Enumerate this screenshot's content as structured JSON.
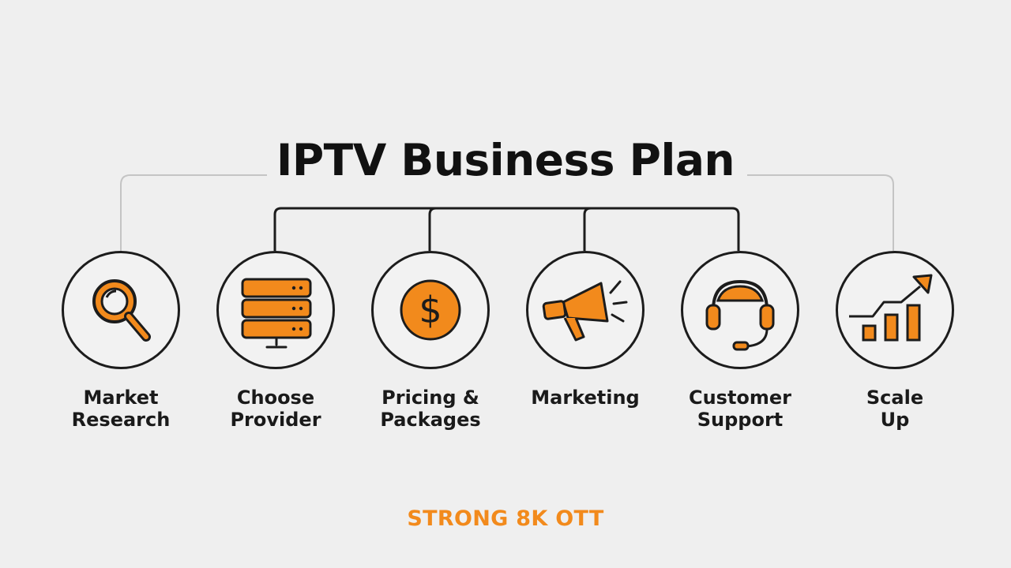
{
  "title": "IPTV Business Plan",
  "accent_color": "#f28a1c",
  "line_color": "#1c1c1c",
  "steps": [
    {
      "icon": "magnifying-glass-icon",
      "line1": "Market",
      "line2": "Research"
    },
    {
      "icon": "server-stack-icon",
      "line1": "Choose",
      "line2": "Provider"
    },
    {
      "icon": "dollar-coin-icon",
      "line1": "Pricing &",
      "line2": "Packages"
    },
    {
      "icon": "megaphone-icon",
      "line1": "Marketing",
      "line2": ""
    },
    {
      "icon": "headset-icon",
      "line1": "Customer",
      "line2": "Support"
    },
    {
      "icon": "growth-chart-icon",
      "line1": "Scale",
      "line2": "Up"
    }
  ],
  "brand": "STRONG 8K OTT"
}
